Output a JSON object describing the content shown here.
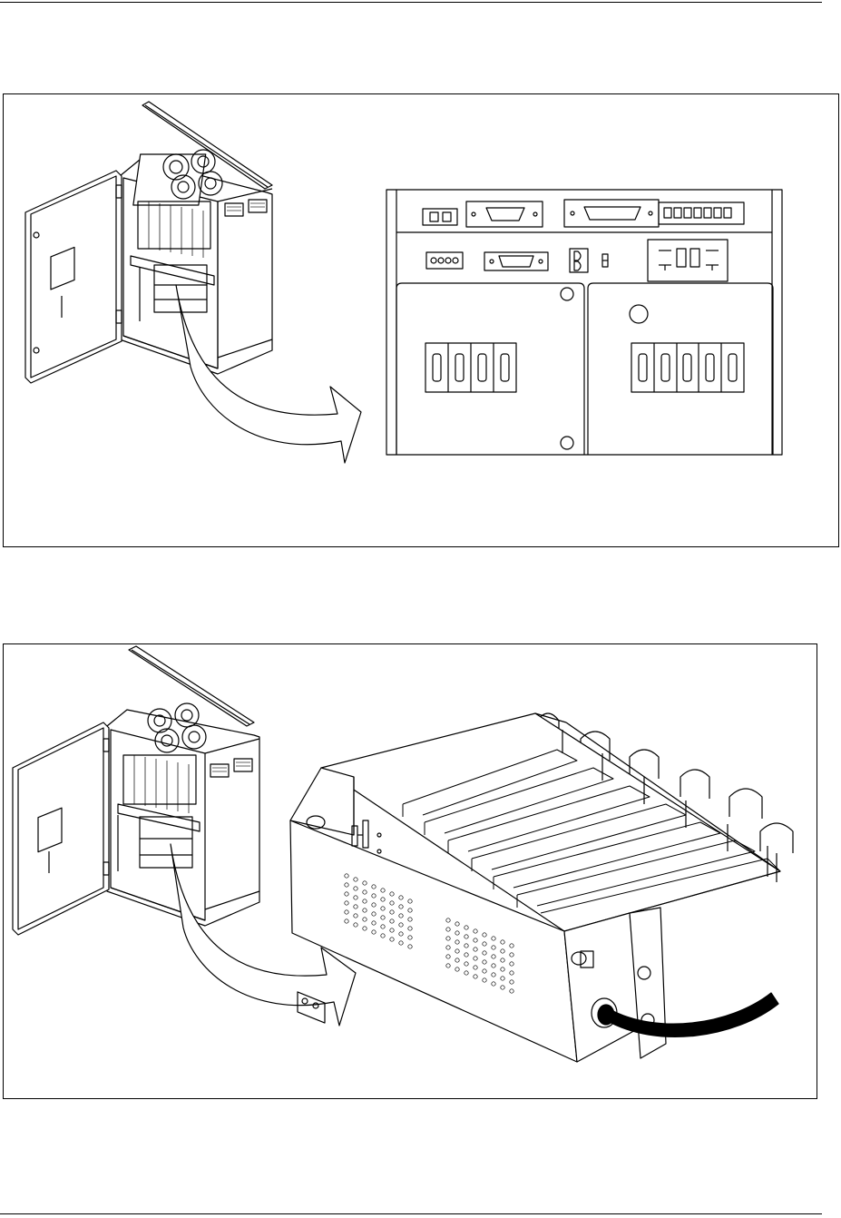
{
  "page": {
    "figures": [
      {
        "id": "figure-1",
        "subject": "cabinet-and-front-connector-panel"
      },
      {
        "id": "figure-2",
        "subject": "cabinet-and-filter-combiner-unit"
      }
    ]
  },
  "colors": {
    "line": "#000000",
    "background": "#ffffff"
  },
  "icons": [
    "arrow-icon",
    "cabinet-icon",
    "connector-icon",
    "vent-holes-icon",
    "cable-icon"
  ]
}
